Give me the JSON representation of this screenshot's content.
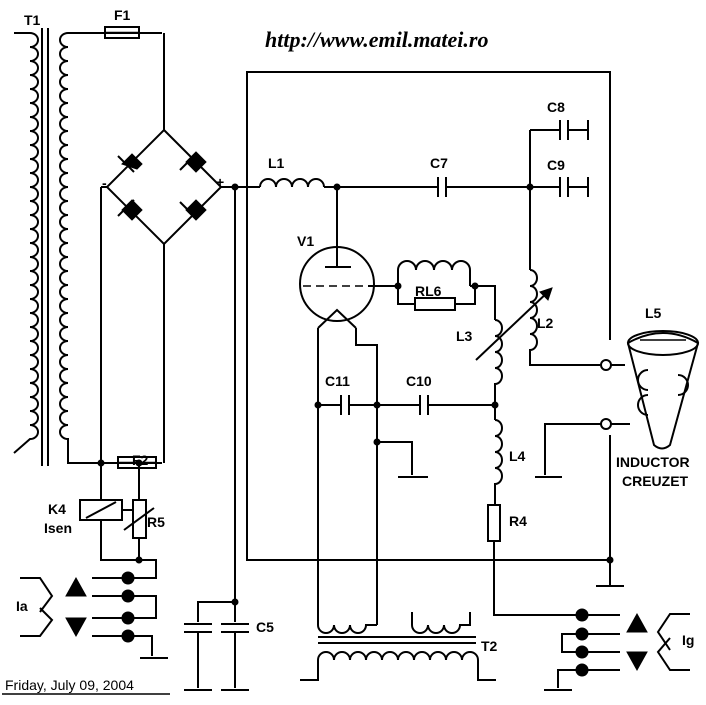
{
  "header": {
    "url": "http://www.emil.matei.ro"
  },
  "footer": {
    "date": "Friday, July 09, 2004"
  },
  "labels": {
    "t1": "T1",
    "f1": "F1",
    "f2": "F2",
    "minus": "-",
    "plus": "+",
    "l1": "L1",
    "c7": "C7",
    "c8": "C8",
    "c9": "C9",
    "v1": "V1",
    "rl6": "RL6",
    "l2": "L2",
    "l3": "L3",
    "l5": "L5",
    "c11": "C11",
    "c10": "C10",
    "l4": "L4",
    "r4": "R4",
    "k4": "K4",
    "isen": "Isen",
    "r5": "R5",
    "ia": "Ia",
    "c5": "C5",
    "t2": "T2",
    "ig": "Ig",
    "inductor": "INDUCTOR",
    "creuzet": "CREUZET"
  }
}
